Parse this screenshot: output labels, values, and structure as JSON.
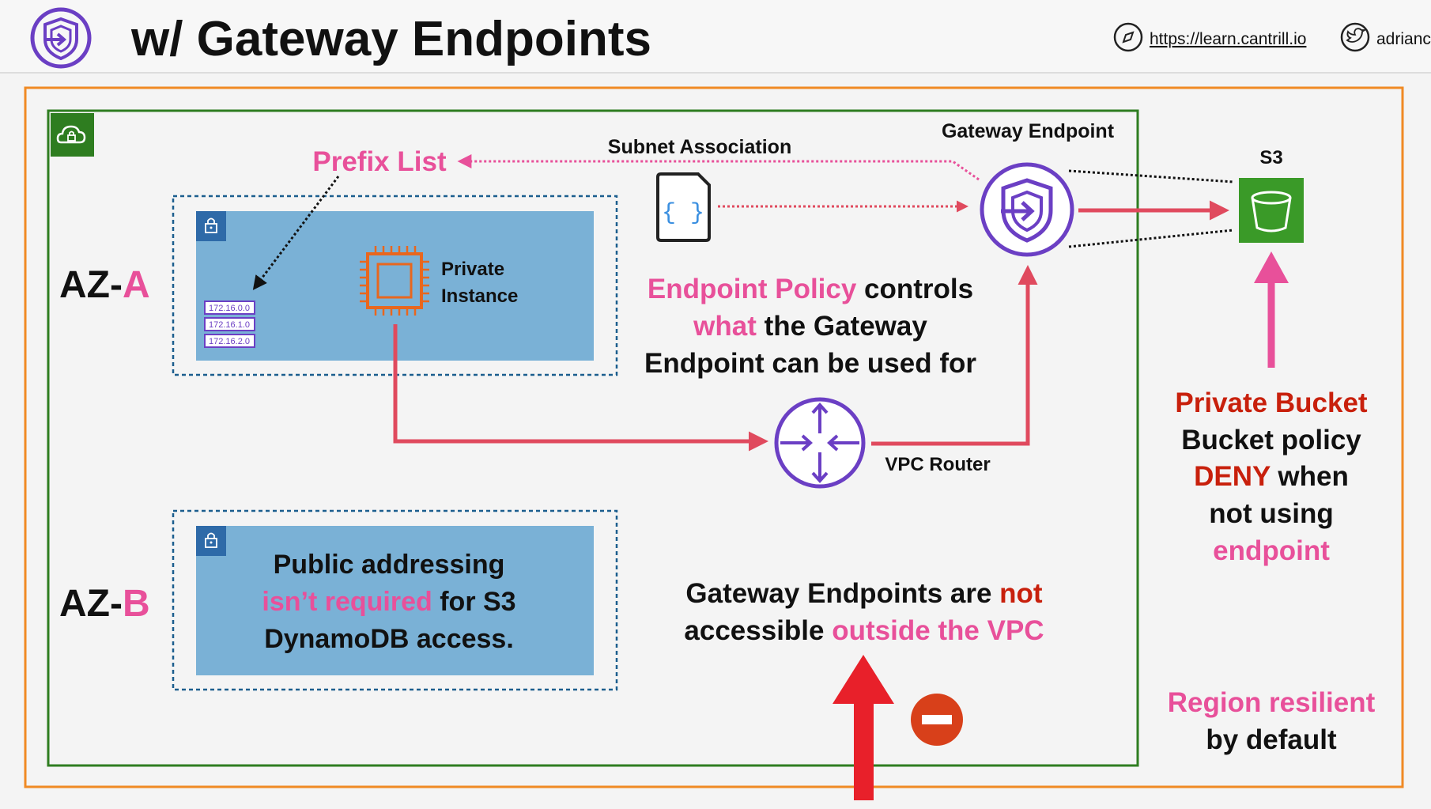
{
  "header": {
    "title": "w/ Gateway Endpoints",
    "link_url": "https://learn.cantrill.io",
    "handle": "adrianc"
  },
  "labels": {
    "az_a_prefix": "AZ-",
    "az_a_letter": "A",
    "az_b_prefix": "AZ-",
    "az_b_letter": "B",
    "prefix_list": "Prefix List",
    "subnet_association": "Subnet Association",
    "gateway_endpoint": "Gateway Endpoint",
    "s3": "S3",
    "private_instance_line1": "Private",
    "private_instance_line2": "Instance",
    "vpc_router": "VPC Router",
    "policy_doc_glyph": "{ }",
    "cidrs": [
      "172.16.0.0",
      "172.16.1.0",
      "172.16.2.0"
    ]
  },
  "policy_text": {
    "l1_pink": "Endpoint Policy",
    "l1_rest": " controls",
    "l2_pink": "what",
    "l2_rest": " the Gateway",
    "l3": "Endpoint can be used for"
  },
  "public_text": {
    "l1": "Public addressing",
    "l2_pink": "isn’t required",
    "l2_rest": " for S3",
    "l3": "DynamoDB access."
  },
  "gw_text": {
    "l1_black": "Gateway Endpoints are ",
    "l1_red": "not",
    "l2_black": "accessible ",
    "l2_pink": "outside the VPC"
  },
  "bucket_text": {
    "l1": "Private Bucket",
    "l2": "Bucket policy",
    "l3_red": "DENY",
    "l3_rest": " when",
    "l4": "not using",
    "l5": "endpoint"
  },
  "region_text": {
    "l1": "Region resilient",
    "l2": "by default"
  },
  "colors": {
    "pink": "#e8509a",
    "dark_red": "#c8200c",
    "red_arrow": "#e8202a",
    "flow": "#e04a5e",
    "purple": "#6b3fc4",
    "orange_border": "#f08a24",
    "green_border": "#2e7d20",
    "subnet_fill": "#7ab1d6",
    "subnet_dash": "#1b5e8e",
    "s3_green": "#3a9a28",
    "chip_orange": "#e8671e"
  }
}
